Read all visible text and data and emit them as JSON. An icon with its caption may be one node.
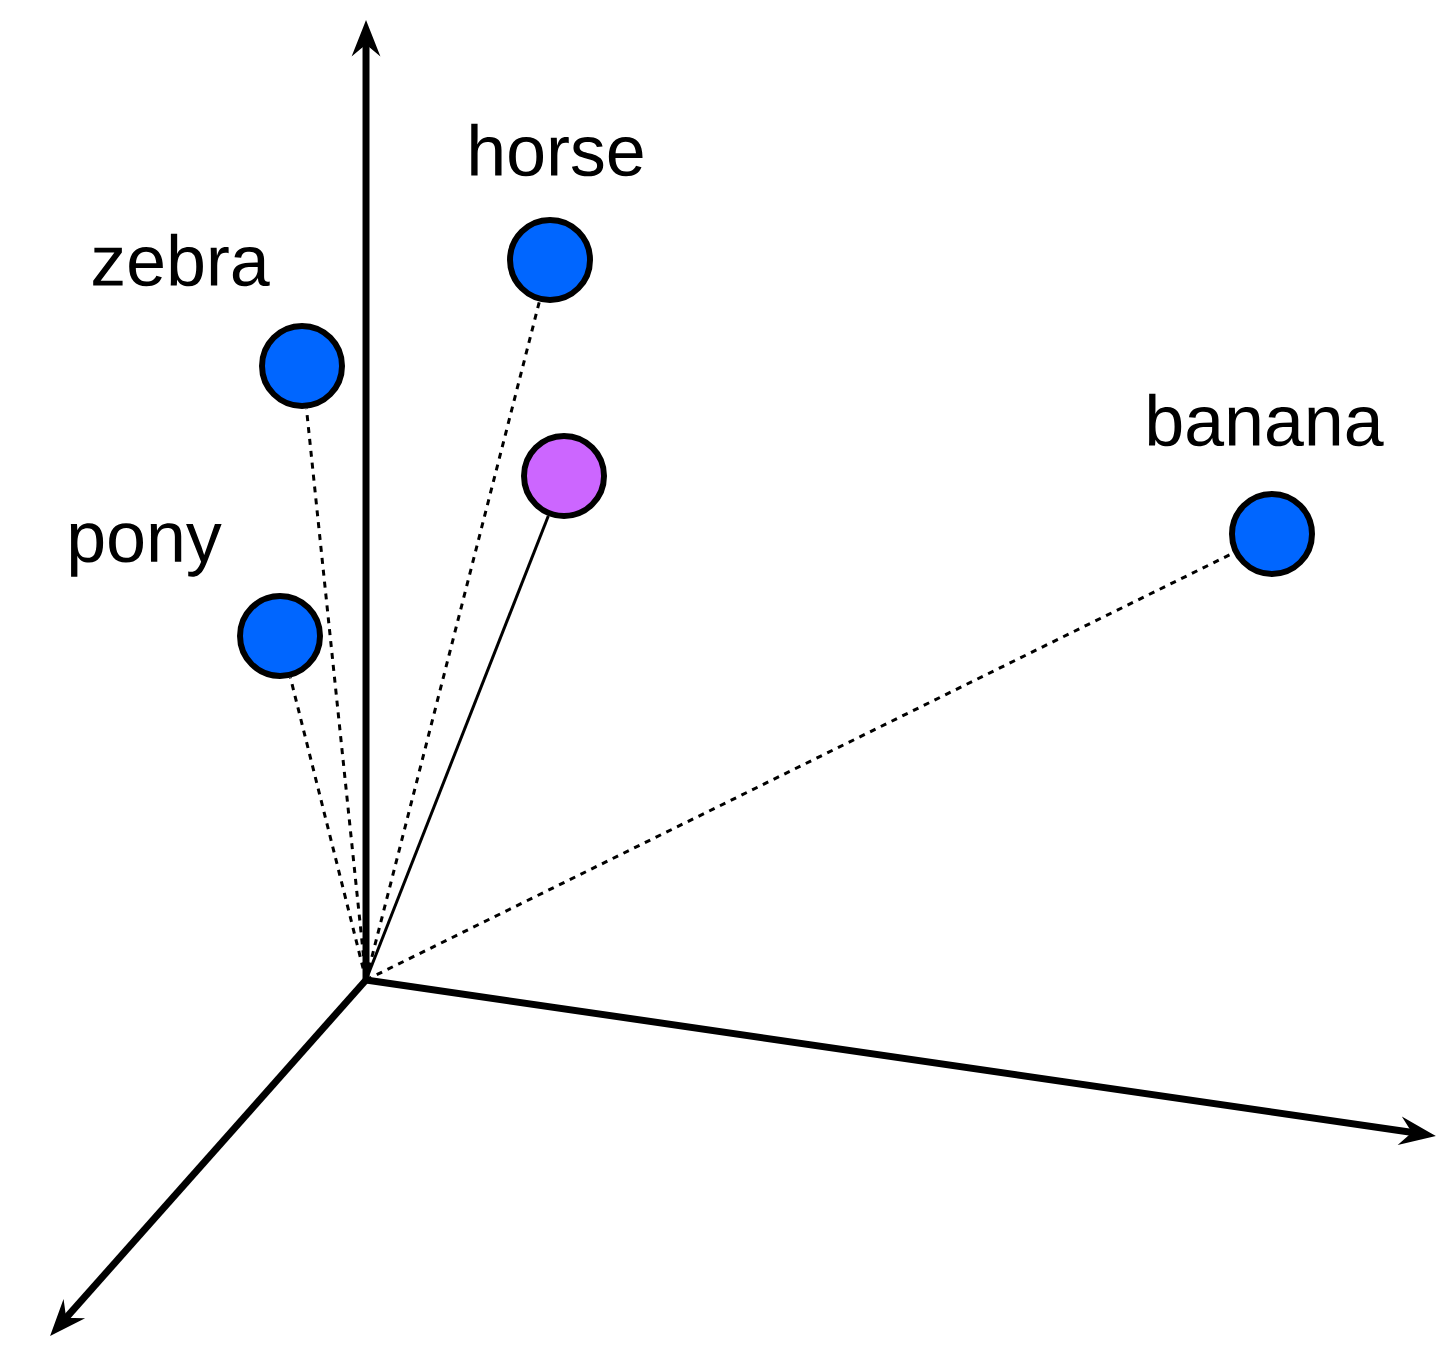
{
  "diagram": {
    "nodes": [
      {
        "text": [],
        "shape": "circle",
        "beside": [
          "horse"
        ]
      },
      {
        "text": [],
        "shape": "circle",
        "beside": [
          "zebra"
        ]
      },
      {
        "text": [],
        "shape": "circle"
      },
      {
        "text": [],
        "shape": "circle",
        "beside": [
          "banana"
        ]
      },
      {
        "text": [],
        "shape": "circle",
        "beside": [
          "pony"
        ]
      }
    ],
    "edges": [
      {
        "from": null,
        "to": 0,
        "arrow": "none",
        "style": "dashed"
      },
      {
        "from": null,
        "to": 1,
        "arrow": "none",
        "style": "dashed"
      },
      {
        "from": null,
        "to": 2,
        "arrow": "none"
      },
      {
        "from": null,
        "to": 3,
        "arrow": "none",
        "style": "dashed"
      },
      {
        "from": null,
        "to": 4,
        "arrow": "none",
        "style": "dashed"
      }
    ]
  }
}
